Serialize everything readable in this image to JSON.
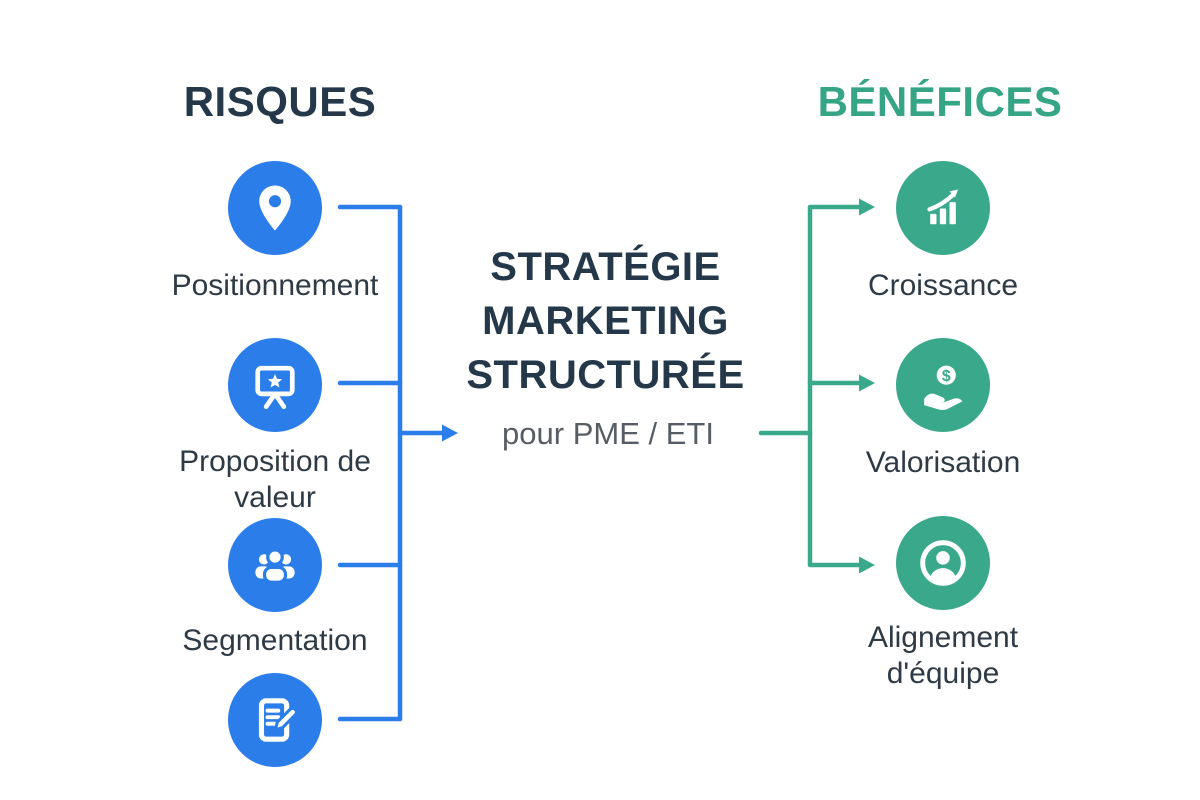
{
  "colors": {
    "blue": "#2B7DE9",
    "green": "#3AA98B",
    "green_header": "#35A585",
    "navy": "#24384A",
    "label_color": "#2E3A45",
    "subtitle_gray": "#575D64",
    "background": "#FFFFFF"
  },
  "left": {
    "header": "RISQUES",
    "items": [
      {
        "icon": "location-pin",
        "label": "Positionnement"
      },
      {
        "icon": "presentation-board-star",
        "label": "Proposition de valeur"
      },
      {
        "icon": "people-group",
        "label": "Segmentation"
      },
      {
        "icon": "document-edit",
        "label": ""
      }
    ]
  },
  "center": {
    "title": "STRATÉGIE MARKETING STRUCTURÉE",
    "subtitle": "pour PME / ETI"
  },
  "right": {
    "header": "BÉNÉFICES",
    "items": [
      {
        "icon": "growth-chart",
        "label": "Croissance"
      },
      {
        "icon": "hand-dollar",
        "label": "Valorisation"
      },
      {
        "icon": "user-circle",
        "label": "Alignement d'équipe"
      }
    ]
  }
}
